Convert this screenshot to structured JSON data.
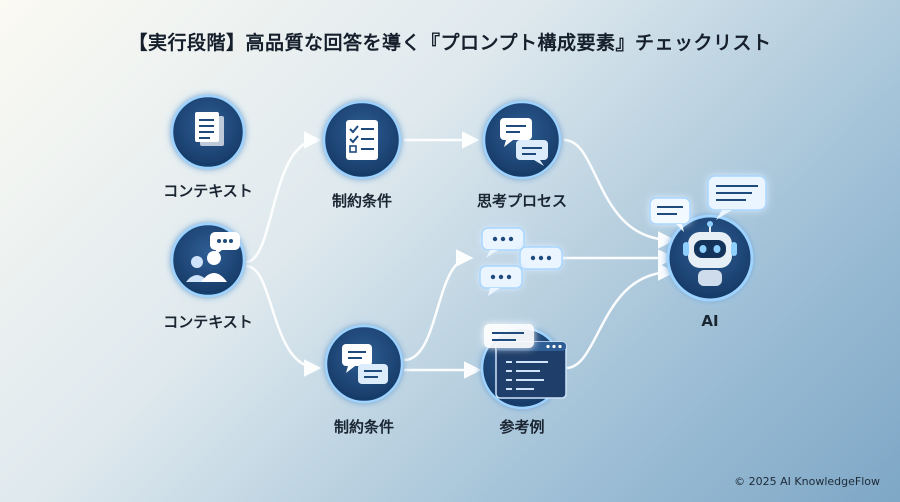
{
  "title": "【実行段階】高品質な回答を導く『プロンプト構成要素』チェックリスト",
  "nodes": {
    "context_top": "コンテキスト",
    "context_mid": "コンテキスト",
    "constraints_top": "制約条件",
    "thinking_process": "思考プロセス",
    "constraints_bottom": "制約条件",
    "examples": "参考例",
    "ai": "AI"
  },
  "footer": "© 2025 AI KnowledgeFlow"
}
